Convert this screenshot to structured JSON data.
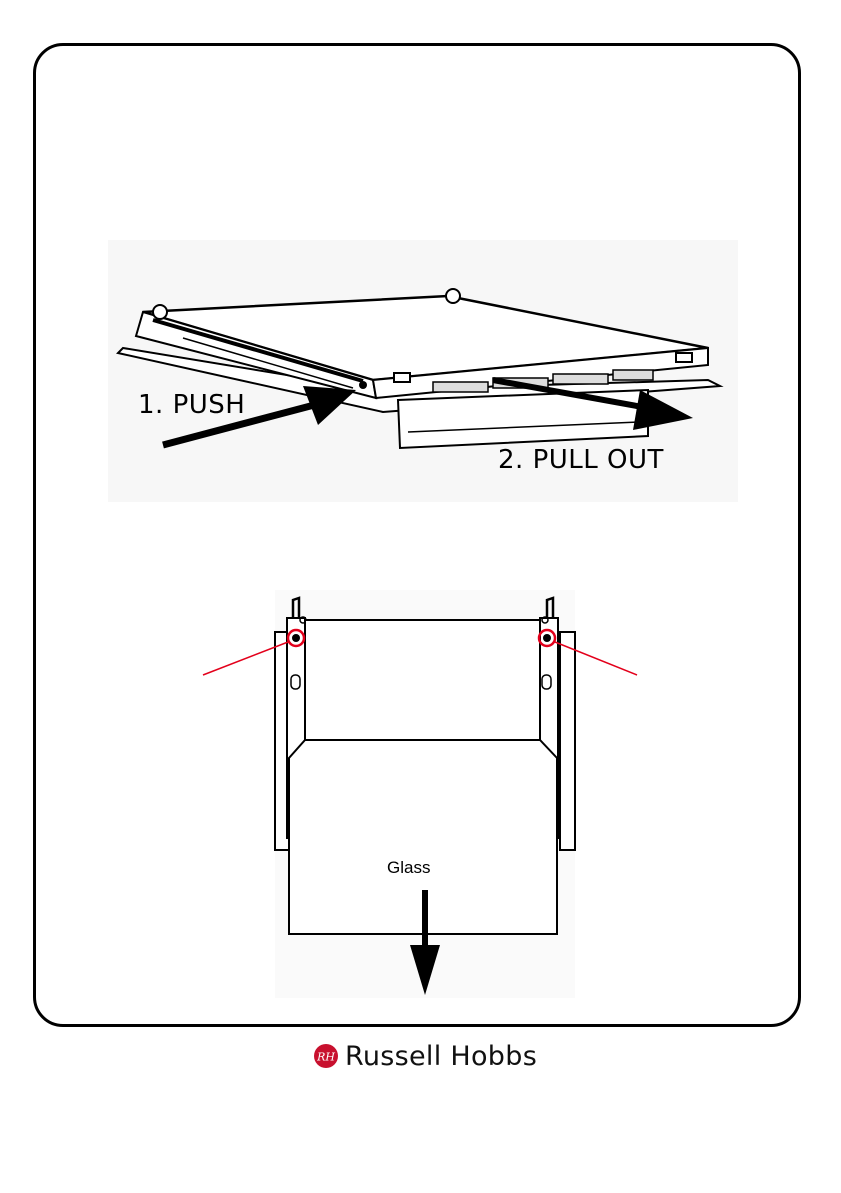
{
  "figure1": {
    "step1_label": "1. PUSH",
    "step2_label": "2. PULL OUT"
  },
  "figure2": {
    "glass_label": "Glass"
  },
  "brand": {
    "name": "Russell Hobbs",
    "logo_monogram": "RH",
    "logo_color": "#c8102e"
  },
  "colors": {
    "highlight": "#e3001b",
    "ink": "#000000"
  }
}
